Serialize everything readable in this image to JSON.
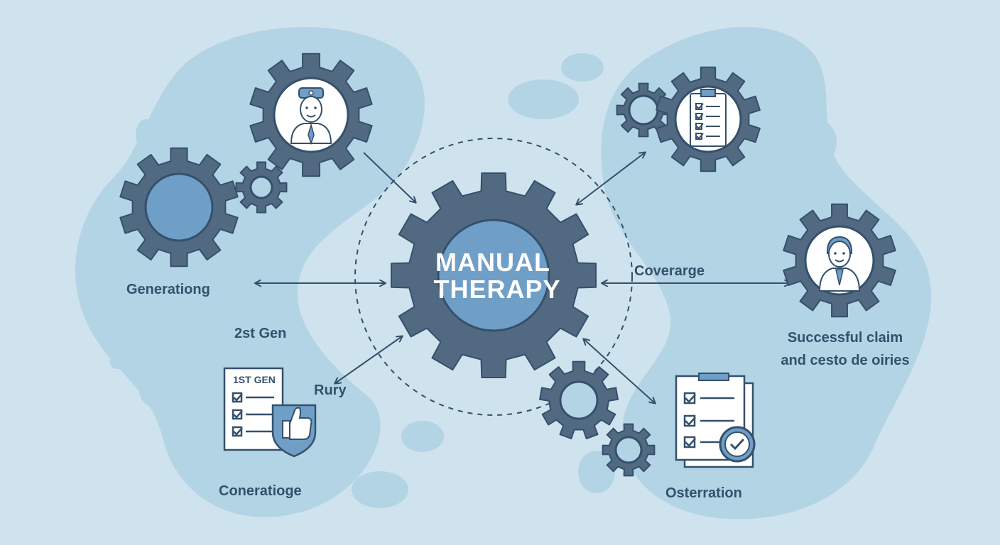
{
  "center": {
    "title_line1": "MANUAL",
    "title_line2": "THERAPY"
  },
  "labels": {
    "left_mid": "Generationg",
    "left_lower": "2st Gen",
    "arrow_lower_left": "Rury",
    "bottom_left": "Coneratioge",
    "right_mid": "Coverarge",
    "right_side_line1": "Successful claim",
    "right_side_line2": "and cesto de oiries",
    "bottom_right": "Osterration"
  },
  "checklist_tag": "1ST GEN",
  "colors": {
    "background": "#cfe3ee",
    "blob": "#b3d4e5",
    "gear": "#516a82",
    "gear_inner_fill": "#6f9ec7",
    "text": "#34506b",
    "white": "#ffffff"
  },
  "icons": [
    "doctor-gear-icon",
    "plain-gear-icon",
    "small-gear-icon",
    "checklist-gear-icon",
    "person-gear-icon",
    "document-thumbs-up-icon",
    "checklist-verified-icon"
  ]
}
